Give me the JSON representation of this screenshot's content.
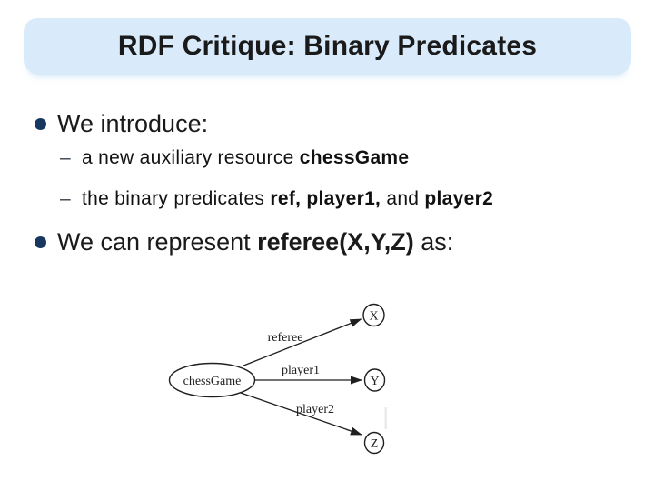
{
  "slide": {
    "title": "RDF Critique: Binary Predicates",
    "dash": "–",
    "bullet1": "We introduce:",
    "sub1": {
      "prefix": "a new auxiliary resource ",
      "bold": "chessGame"
    },
    "sub2": {
      "prefix": "the binary predicates ",
      "bold1": "ref,",
      "sep1": " ",
      "bold2": "player1,",
      "sep2": " and ",
      "bold3": "player2"
    },
    "bullet2": {
      "prefix": "We can represent ",
      "bold": "referee(X,Y,Z)",
      "suffix": " as:"
    },
    "colors": {
      "title_bg": "#d9ebfb",
      "bullet_disc": "#17375e",
      "text": "#1a1a1a",
      "diagram_ink": "#1f1f1f"
    }
  },
  "diagram": {
    "source_node": "chessGame",
    "nodes": [
      "X",
      "Y",
      "Z"
    ],
    "edges": [
      {
        "label": "referee",
        "target": "X"
      },
      {
        "label": "player1",
        "target": "Y"
      },
      {
        "label": "player2",
        "target": "Z"
      }
    ]
  }
}
